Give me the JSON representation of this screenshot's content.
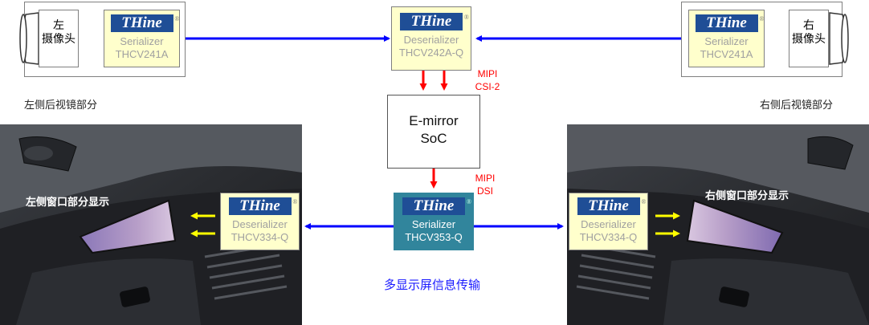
{
  "brand": "THine",
  "left_camera": {
    "label_line1": "左",
    "label_line2": "摄像头",
    "caption": "左侧后视镜部分"
  },
  "right_camera": {
    "label_line1": "右",
    "label_line2": "摄像头",
    "caption": "右侧后视镜部分"
  },
  "left_serializer": {
    "role": "Serializer",
    "part": "THCV241A"
  },
  "right_serializer": {
    "role": "Serializer",
    "part": "THCV241A"
  },
  "center_deserializer": {
    "role": "Deserializer",
    "part": "THCV242A-Q"
  },
  "mipi_csi": {
    "line1": "MIPI",
    "line2": "CSI-2"
  },
  "soc": {
    "line1": "E-mirror",
    "line2": "SoC"
  },
  "mipi_dsi": {
    "line1": "MIPI",
    "line2": "DSI"
  },
  "center_serializer": {
    "role": "Serializer",
    "part": "THCV353-Q"
  },
  "left_display": {
    "caption": "左侧窗口部分显示",
    "role": "Deserializer",
    "part": "THCV334-Q"
  },
  "right_display": {
    "caption": "右侧窗口部分显示",
    "role": "Deserializer",
    "part": "THCV334-Q"
  },
  "bottom_caption": "多显示屏信息传输",
  "colors": {
    "chip_fill": "#ffffcc",
    "logo_blue": "#1f4e96",
    "teal": "#31859c",
    "link_blue": "#0000ff",
    "signal_red": "#ff0000",
    "signal_yellow": "#ffff00"
  }
}
